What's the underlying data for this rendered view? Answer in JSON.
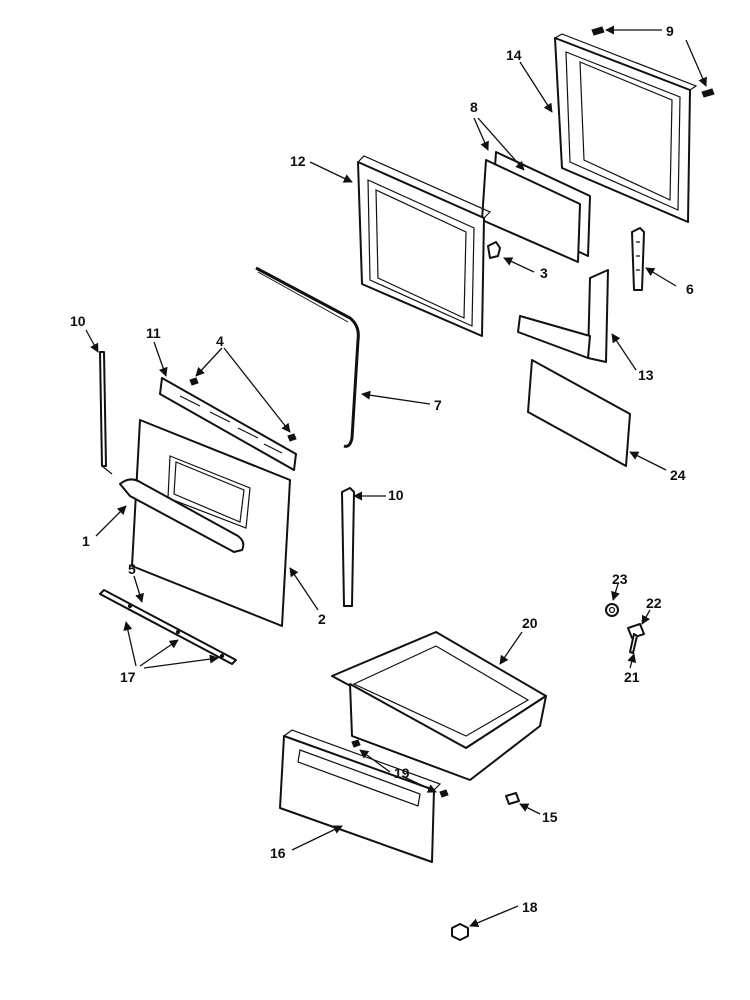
{
  "diagram": {
    "labels": {
      "c1": "1",
      "c2": "2",
      "c3": "3",
      "c4": "4",
      "c5": "5",
      "c6": "6",
      "c7": "7",
      "c8": "8",
      "c9": "9",
      "c10a": "10",
      "c10b": "10",
      "c11": "11",
      "c12": "12",
      "c13": "13",
      "c14": "14",
      "c15": "15",
      "c16": "16",
      "c17": "17",
      "c18": "18",
      "c19": "19",
      "c20": "20",
      "c21": "21",
      "c22": "22",
      "c23": "23",
      "c24": "24"
    },
    "line_color": "#111111",
    "background": "#ffffff"
  }
}
